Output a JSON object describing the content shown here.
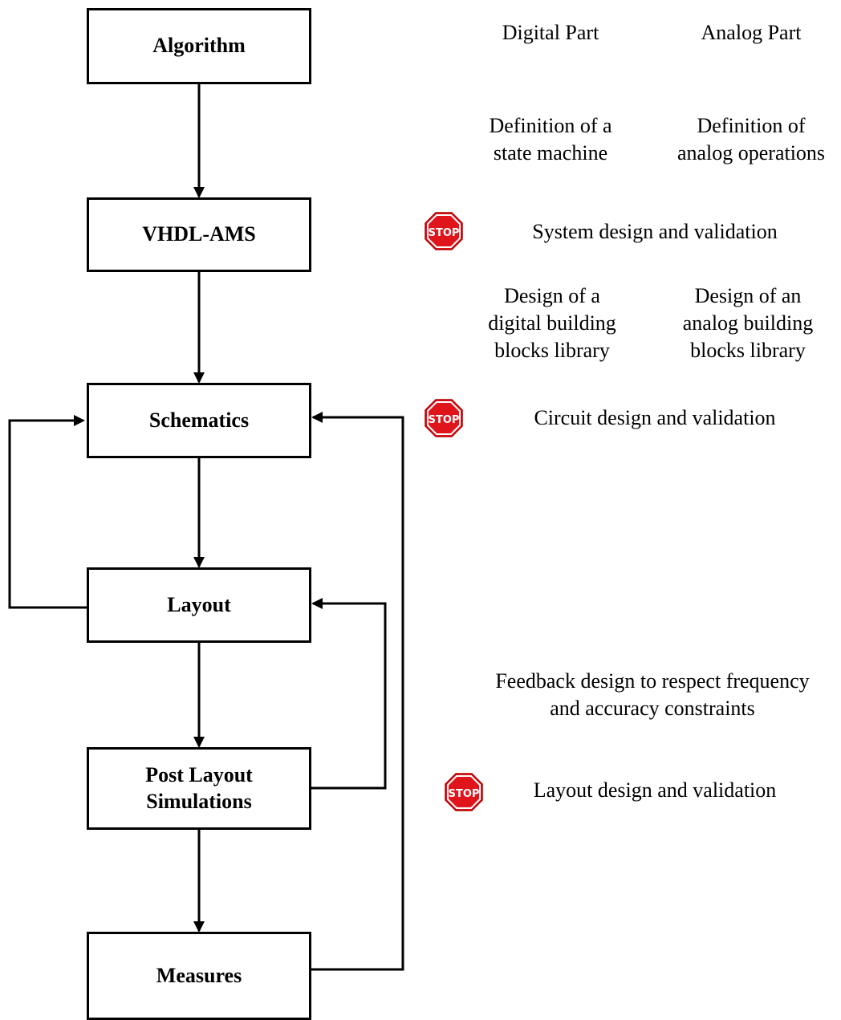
{
  "flow": {
    "algorithm": "Algorithm",
    "vhdl_ams": "VHDL-AMS",
    "schematics": "Schematics",
    "layout": "Layout",
    "post_layout_line1": "Post Layout",
    "post_layout_line2": "Simulations",
    "measures": "Measures"
  },
  "columns": {
    "digital": "Digital Part",
    "analog": "Analog Part"
  },
  "definitions": {
    "digital_line1": "Definition of a",
    "digital_line2": "state machine",
    "analog_line1": "Definition of",
    "analog_line2": "analog operations"
  },
  "libraries": {
    "digital_line1": "Design of a",
    "digital_line2": "digital building",
    "digital_line3": "blocks library",
    "analog_line1": "Design of an",
    "analog_line2": "analog building",
    "analog_line3": "blocks library"
  },
  "milestones": {
    "system": "System design and validation",
    "circuit": "Circuit design and validation",
    "layout": "Layout design and validation"
  },
  "feedback": {
    "line1": "Feedback design to respect frequency",
    "line2": "and accuracy constraints"
  },
  "stop_sign": {
    "label": "STOP",
    "icon": "stop-sign-icon",
    "fill": "#e0141b",
    "border": "#ffffff"
  },
  "colors": {
    "line": "#000000",
    "background": "#ffffff"
  }
}
